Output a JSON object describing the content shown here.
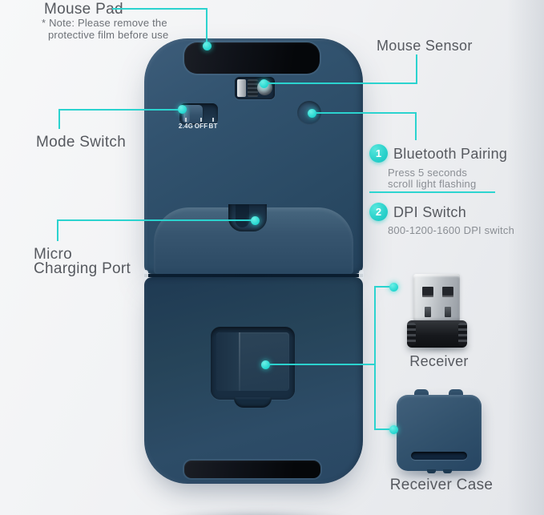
{
  "accent": "#2bd3cf",
  "colors": {
    "mouse_body": "#2e4d68",
    "background": "#f1f2f4",
    "heading_text": "#56595f",
    "sub_text": "#8a8e94"
  },
  "callouts": {
    "mouse_pad": {
      "title": "Mouse Pad",
      "note1": "* Note: Please remove the",
      "note2": "protective film before use"
    },
    "mouse_sensor": {
      "title": "Mouse Sensor"
    },
    "mode_switch": {
      "title": "Mode Switch"
    },
    "micro_charging_port": {
      "line1": "Micro",
      "line2": "Charging Port"
    },
    "bluetooth_pairing": {
      "step": "1",
      "title": "Bluetooth Pairing",
      "desc1": "Press 5 seconds",
      "desc2": "scroll light flashing"
    },
    "dpi_switch": {
      "step": "2",
      "title": "DPI Switch",
      "desc": "800-1200-1600 DPI switch"
    },
    "receiver": {
      "title": "Receiver"
    },
    "receiver_case": {
      "title": "Receiver Case"
    }
  },
  "mouse": {
    "mode_switch_positions": [
      "2.4G",
      "OFF",
      "BT"
    ]
  }
}
